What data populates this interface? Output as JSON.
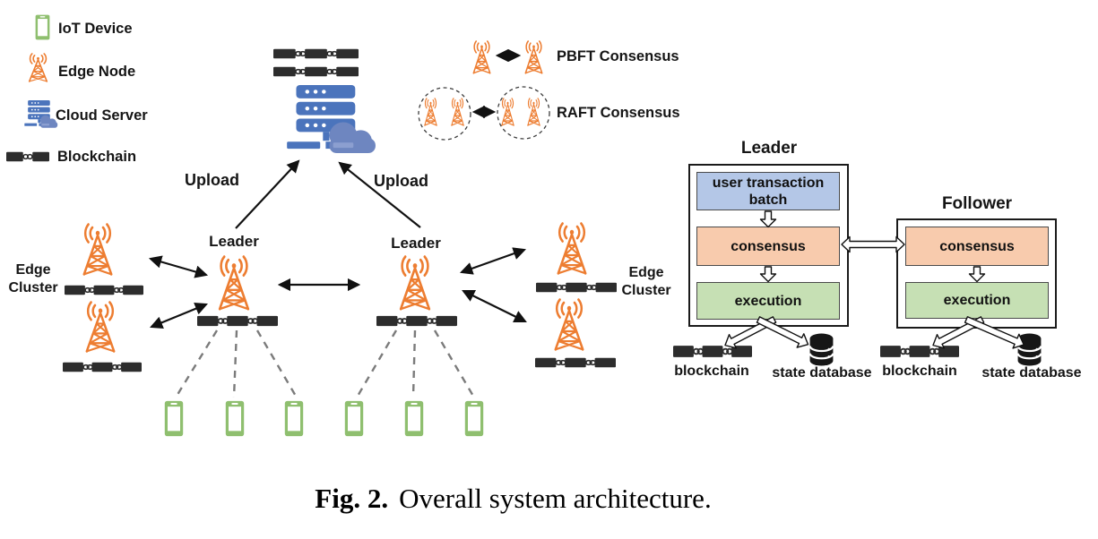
{
  "legend": {
    "iot_device": "IoT Device",
    "edge_node": "Edge Node",
    "cloud_server": "Cloud Server",
    "blockchain": "Blockchain"
  },
  "consensus_legend": {
    "pbft": "PBFT Consensus",
    "raft": "RAFT Consensus"
  },
  "network": {
    "upload": "Upload",
    "leader": "Leader",
    "edge_cluster": "Edge Cluster"
  },
  "detail": {
    "leader_title": "Leader",
    "follower_title": "Follower",
    "user_transaction_batch": "user transaction batch",
    "consensus": "consensus",
    "execution": "execution",
    "blockchain_label": "blockchain",
    "state_database_label": "state database"
  },
  "caption": {
    "figure_label": "Fig. 2.",
    "figure_title": "Overall system architecture."
  },
  "icons": {
    "iot-device-icon": "green smartphone outline",
    "edge-node-icon": "orange radio tower with signal waves",
    "cloud-server-icon": "blue server stack with cloud",
    "blockchain-icon": "dark linked blocks chain",
    "database-icon": "black cylinder database",
    "raft-group-icon": "dashed circle containing two edge nodes"
  },
  "colors": {
    "edge_node_orange": "#ED7D31",
    "iot_green": "#8FBF6F",
    "cloud_blue": "#4B74BC",
    "cloud_light_blue": "#6E86C0",
    "blockchain_dark": "#2D2D2D",
    "box_blue": "#B4C7E7",
    "box_orange": "#F8CBAD",
    "box_green": "#C6E0B4"
  }
}
